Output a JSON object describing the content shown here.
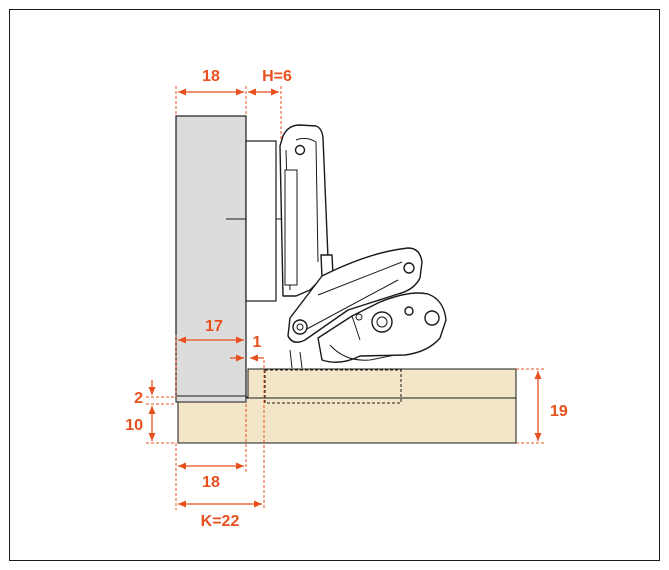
{
  "dimensions": {
    "door_thickness": "18",
    "hinge_offset": "H=6",
    "overlay": "17",
    "gap": "1",
    "distance": "2",
    "plate_height": "10",
    "panel_thickness": "19",
    "bore_distance": "18",
    "cup_distance": "K=22"
  },
  "colors": {
    "dimension": "#e8501e",
    "door": "#dcdcdc",
    "panel": "#f3e6c8",
    "outline": "#1a1a1a"
  }
}
